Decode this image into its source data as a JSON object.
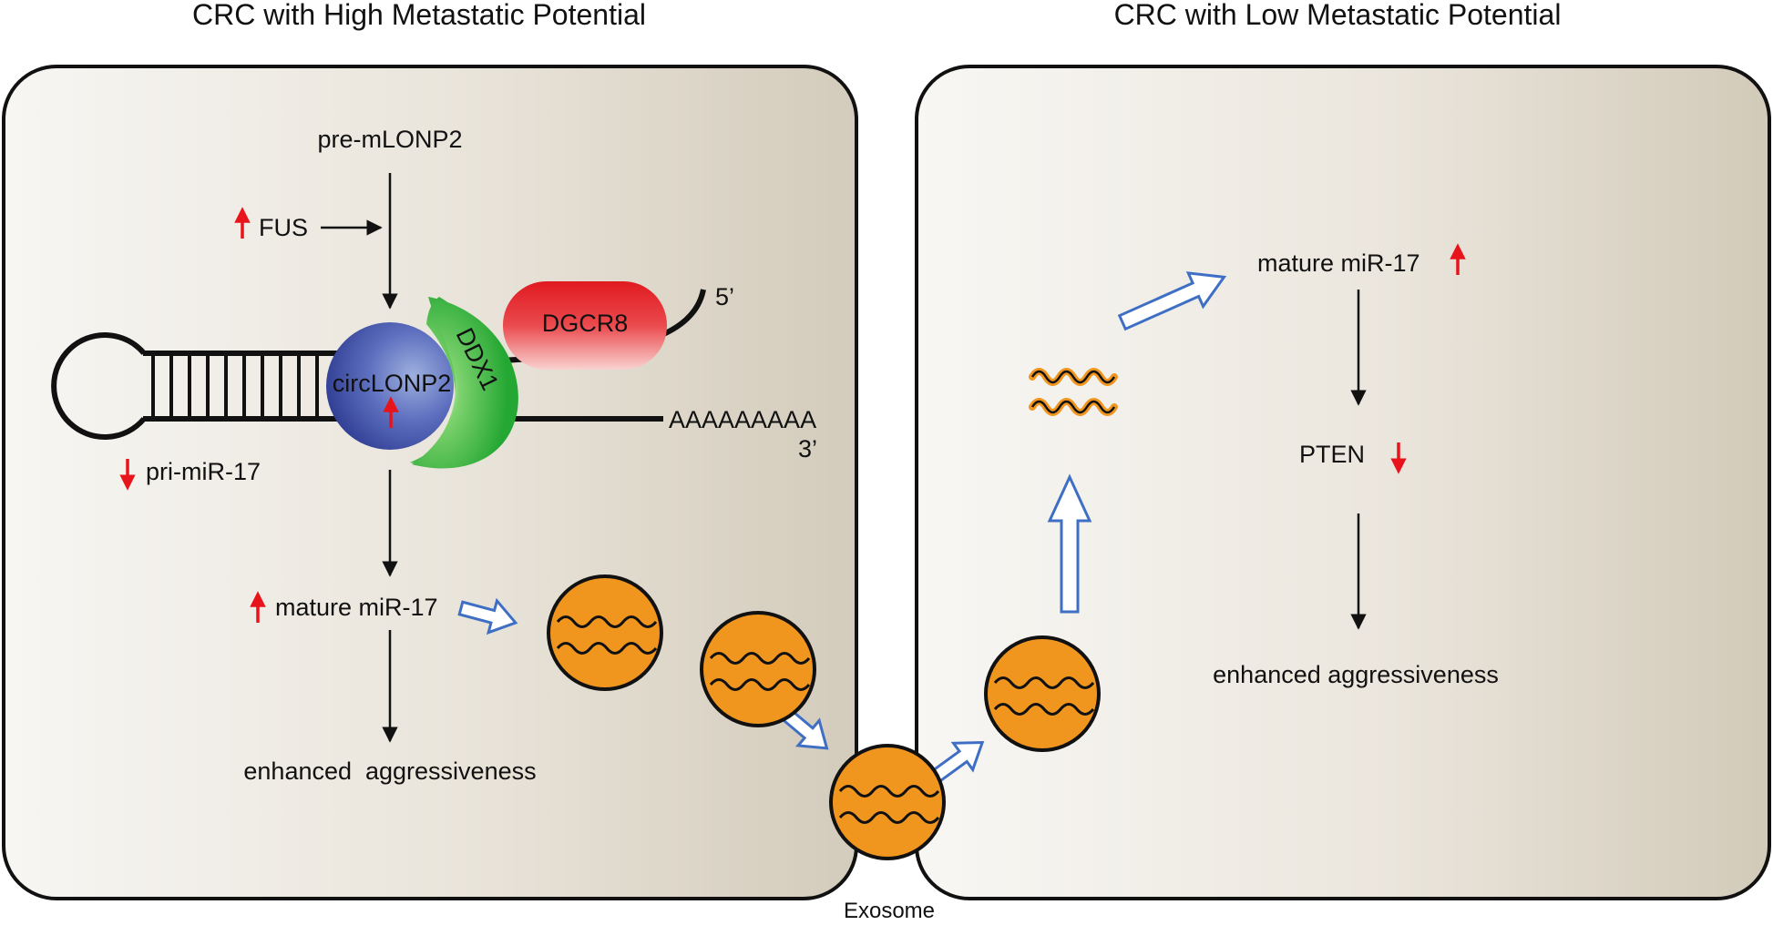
{
  "panels": {
    "high": {
      "title": "CRC with High Metastatic Potential"
    },
    "low": {
      "title": "CRC with Low Metastatic Potential"
    }
  },
  "high_panel": {
    "pre_mlonp2": "pre-mLONP2",
    "fus": "FUS",
    "fus_direction": "up",
    "circlonp2": "circLONP2",
    "circlonp2_direction": "up",
    "ddx1": "DDX1",
    "dgcr8": "DGCR8",
    "five_prime": "5’",
    "three_prime": "3’",
    "poly_a": "AAAAAAAAA",
    "pri_mir17": "pri-miR-17",
    "pri_mir17_direction": "down",
    "mature_mir17": "mature miR-17",
    "mature_mir17_direction": "up",
    "outcome": "enhanced  aggressiveness"
  },
  "low_panel": {
    "mature_mir17": "mature miR-17",
    "mature_mir17_direction": "up",
    "pten": "PTEN",
    "pten_direction": "down",
    "outcome": "enhanced aggressiveness"
  },
  "exosome_label": "Exosome",
  "colors": {
    "panel_fill_light": "#f7f6f3",
    "panel_fill_dark": "#d3cbbb",
    "arrow_blue": "#3f6fc4",
    "exosome_orange": "#f0961f",
    "regulation_red": "#e8141b",
    "circ_blue": "#3c4ea3",
    "ddx1_green": "#2bb23a",
    "dgcr8_red": "#e21b22"
  }
}
